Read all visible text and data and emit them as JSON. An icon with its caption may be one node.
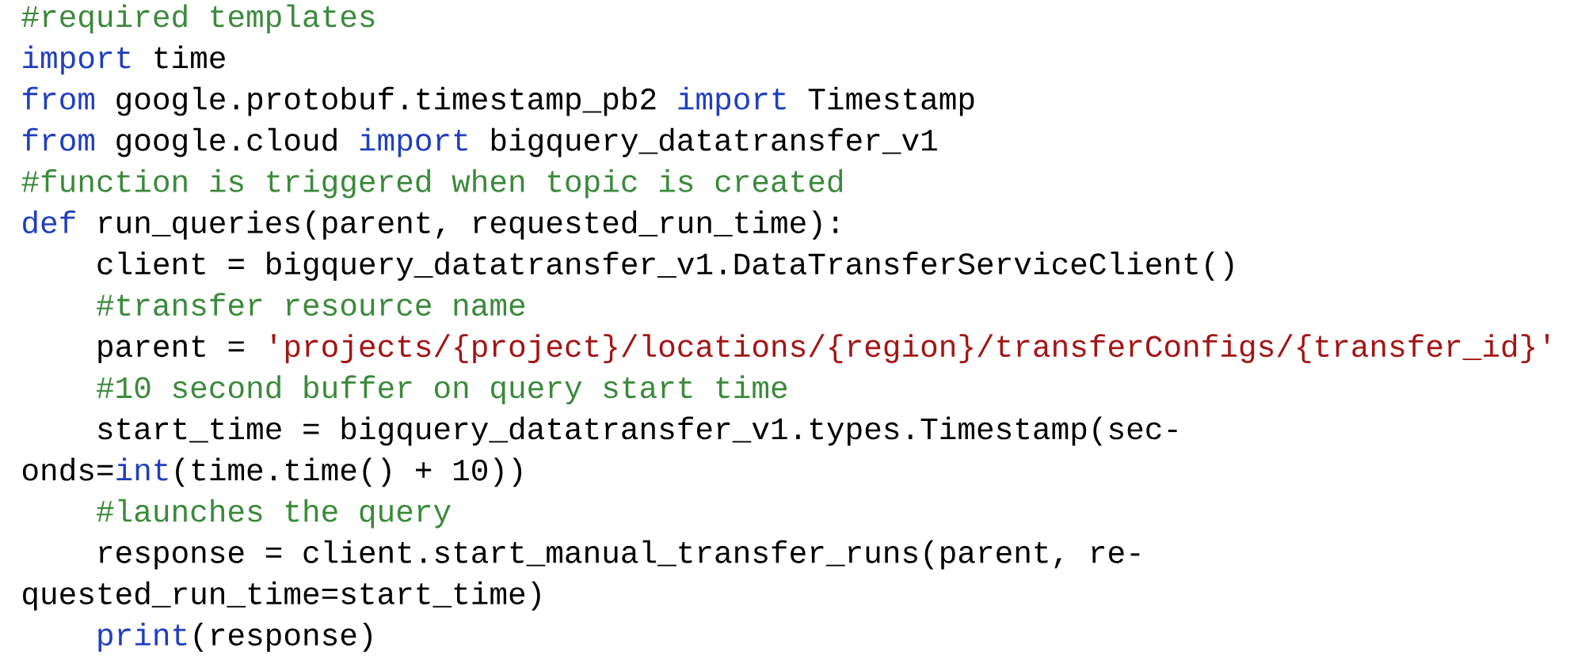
{
  "diagram": {
    "labels": [
      "#required templates",
      "import",
      "time",
      "from",
      "google.protobuf.timestamp_pb2",
      "import",
      "Timestamp",
      "from",
      "google.cloud",
      "import",
      "bigquery_datatransfer_v1",
      "#function is triggered when topic is created",
      "def",
      "run_queries(parent, requested_run_time):",
      "client = bigquery_datatransfer_v1.DataTransferServiceClient()",
      "#transfer resource name",
      "parent =",
      "'projects/{project}/locations/{region}/transferConfigs/{transfer_id}'",
      "#10 second buffer on query start time",
      "start_time = bigquery_datatransfer_v1.types.Timestamp(sec-",
      "onds=",
      "int",
      "(time.time() + 10))",
      "#launches the query",
      "response = client.start_manual_transfer_runs(parent, re-",
      "quested_run_time=start_time)",
      "print",
      "(response)"
    ]
  }
}
